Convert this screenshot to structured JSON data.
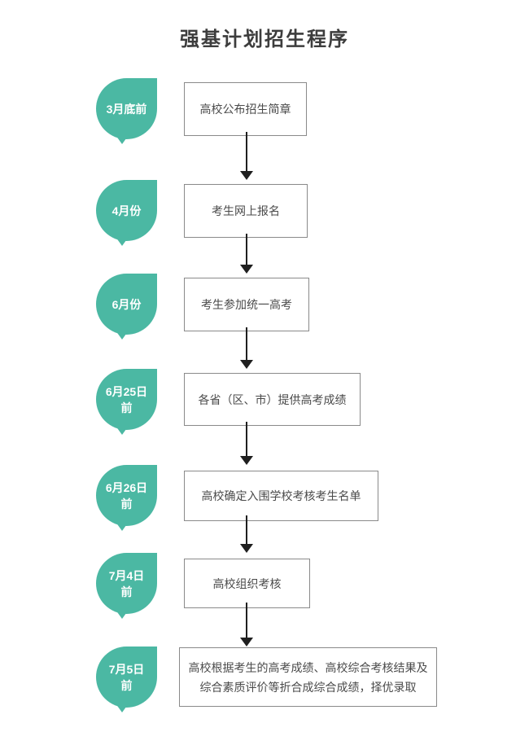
{
  "title": "强基计划招生程序",
  "colors": {
    "accent": "#4bb8a3",
    "badge_text": "#ffffff",
    "box_border": "#8a8a8a",
    "text": "#4a4a4a",
    "title": "#3d3d3d",
    "arrow": "#1f1f1f"
  },
  "steps": [
    {
      "date": "3月底前",
      "text": "高校公布招生简章"
    },
    {
      "date": "4月份",
      "text": "考生网上报名"
    },
    {
      "date": "6月份",
      "text": "考生参加统一高考"
    },
    {
      "date": "6月25日\n前",
      "text": "各省（区、市）提供高考成绩"
    },
    {
      "date": "6月26日\n前",
      "text": "高校确定入围学校考核考生名单"
    },
    {
      "date": "7月4日\n前",
      "text": "高校组织考核"
    },
    {
      "date": "7月5日\n前",
      "text": "高校根据考生的高考成绩、高校综合考核结果及综合素质评价等折合成综合成绩，择优录取"
    }
  ]
}
